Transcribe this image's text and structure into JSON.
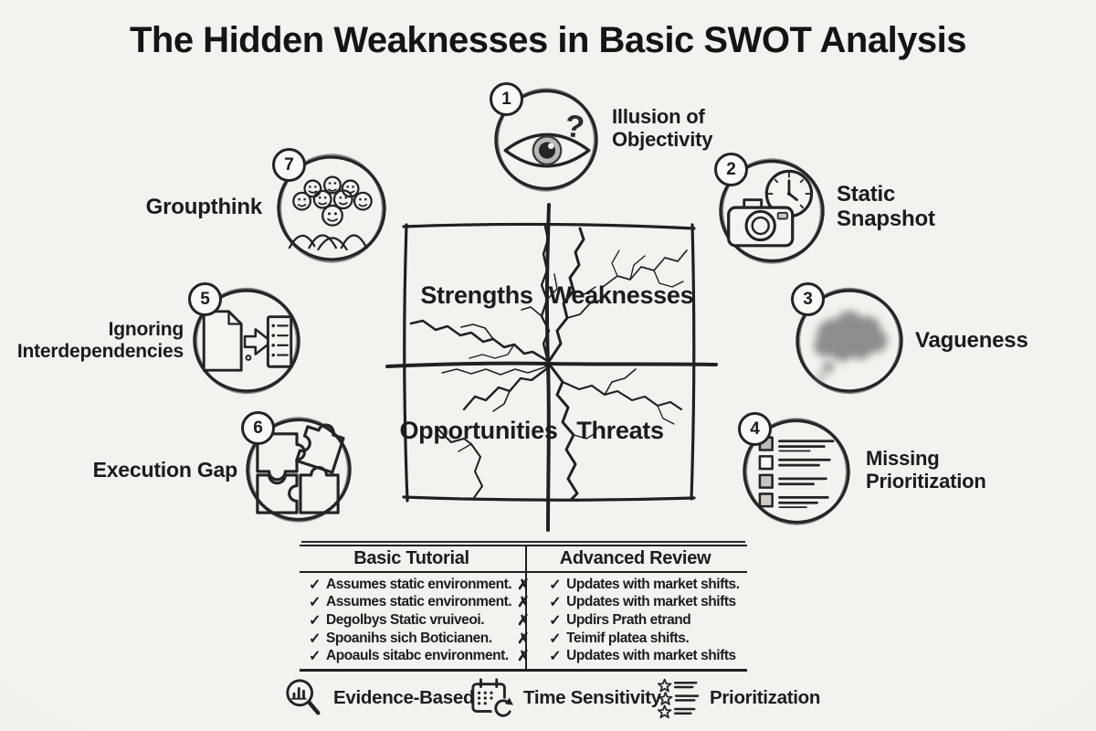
{
  "title": "The Hidden Weaknesses in Basic SWOT Analysis",
  "colors": {
    "background": "#f2f0eb",
    "ink": "#1c1c1c",
    "badge_bg": "#faf9f5",
    "blur_cloud": "#8e8d8b"
  },
  "quadrant": {
    "strengths": "Strengths",
    "weaknesses": "Weaknesses",
    "opportunities": "Opportunities",
    "threats": "Threats"
  },
  "factors": [
    {
      "number": "1",
      "icon": "eye-question-icon",
      "label_lines": [
        "Illusion of",
        "Objectivity"
      ]
    },
    {
      "number": "2",
      "icon": "camera-clock-icon",
      "label_lines": [
        "Static",
        "Snapshot"
      ]
    },
    {
      "number": "3",
      "icon": "blurred-cloud-icon",
      "label_lines": [
        "Vagueness"
      ]
    },
    {
      "number": "4",
      "icon": "checklist-icon",
      "label_lines": [
        "Missing",
        "Prioritization"
      ]
    },
    {
      "number": "5",
      "icon": "document-arrow-list-icon",
      "label_lines": [
        "Ignoring",
        "Interdependencies"
      ]
    },
    {
      "number": "6",
      "icon": "puzzle-pieces-icon",
      "label_lines": [
        "Execution Gap"
      ]
    },
    {
      "number": "7",
      "icon": "crowd-faces-icon",
      "label_lines": [
        "Groupthink"
      ]
    }
  ],
  "table": {
    "header_basic": "Basic Tutorial",
    "header_advanced": "Advanced Review",
    "check": "✓",
    "cross": "✗",
    "basic_rows": [
      "Assumes static environment.",
      "Assumes static environment.",
      "Degolbys Static vruiveoi.",
      "Spoanihs sich Boticianen.",
      "Apoauls sitabc environment."
    ],
    "advanced_rows": [
      "Updates with market shifts.",
      "Updates with market shifts",
      "Updirs Prath etrand",
      "Teimif platea shifts.",
      "Updates with market shifts"
    ]
  },
  "legend": {
    "evidence": "Evidence-Based",
    "time": "Time Sensitivity",
    "priority": "Prioritization"
  }
}
